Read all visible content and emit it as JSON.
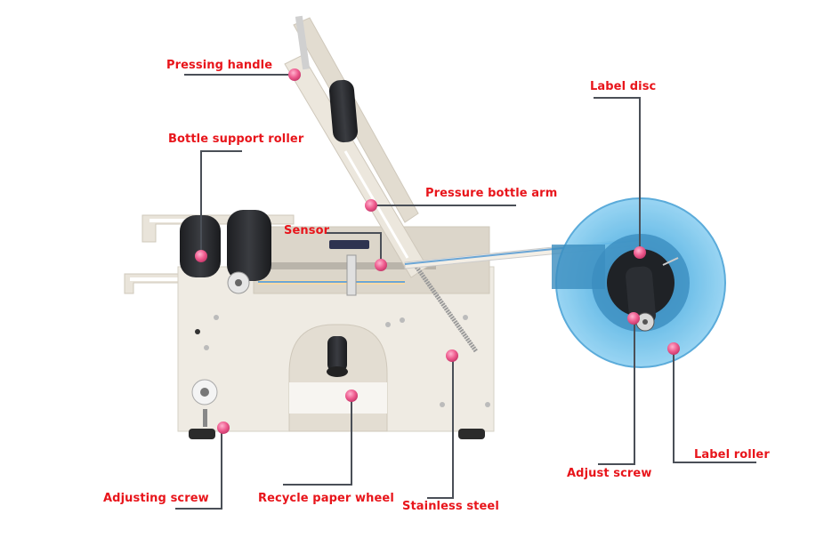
{
  "diagram": {
    "subject": "Semi-automatic round bottle labeling machine",
    "colors": {
      "label_text": "#e8151b",
      "leader_line": "#4a4f57",
      "marker_dot": "#ee5b8e",
      "machine_body": "#efebe3",
      "roller": "#2b2d31",
      "label_disc": "#5fb8e6"
    },
    "callouts": [
      {
        "id": "pressing-handle",
        "label": "Pressing handle"
      },
      {
        "id": "bottle-support-roller",
        "label": "Bottle support roller"
      },
      {
        "id": "label-disc",
        "label": "Label disc"
      },
      {
        "id": "pressure-bottle-arm",
        "label": "Pressure bottle arm"
      },
      {
        "id": "sensor",
        "label": "Sensor"
      },
      {
        "id": "label-roller",
        "label": "Label roller"
      },
      {
        "id": "adjust-screw",
        "label": "Adjust screw"
      },
      {
        "id": "adjusting-screw",
        "label": "Adjusting screw"
      },
      {
        "id": "recycle-paper-wheel",
        "label": "Recycle paper wheel"
      },
      {
        "id": "stainless-steel",
        "label": "Stainless steel"
      }
    ]
  }
}
